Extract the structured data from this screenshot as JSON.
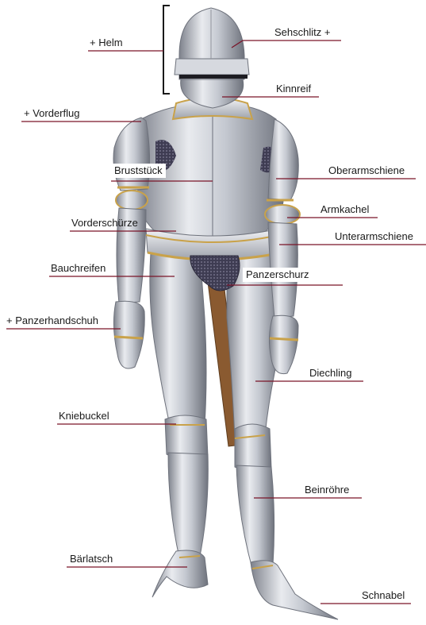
{
  "colors": {
    "leader_line": "#7a1428",
    "bracket": "#1a1a1a",
    "steel_light": "#eef0f4",
    "steel_mid": "#b9bdc6",
    "steel_dark": "#70747e",
    "brass": "#c9a24a",
    "mail": "#3e3c52",
    "leather": "#8a5a30"
  },
  "labels": {
    "helm": "+ Helm",
    "sehschlitz": "Sehschlitz +",
    "kinnreif": "Kinnreif",
    "vorderflug": "+ Vorderflug",
    "bruststueck": "Bruststück",
    "oberarmschiene": "Oberarmschiene",
    "armkachel": "Armkachel",
    "vorderschuerze": "Vorderschürze",
    "unterarmschiene": "Unterarmschiene",
    "bauchreifen": "Bauchreifen",
    "panzerschurz": "Panzerschurz",
    "panzerhandschuh": "+ Panzerhandschuh",
    "diechling": "Diechling",
    "kniebuckel": "Kniebuckel",
    "beinroehre": "Beinröhre",
    "baerlatsch": "Bärlatsch",
    "schnabel": "Schnabel"
  }
}
